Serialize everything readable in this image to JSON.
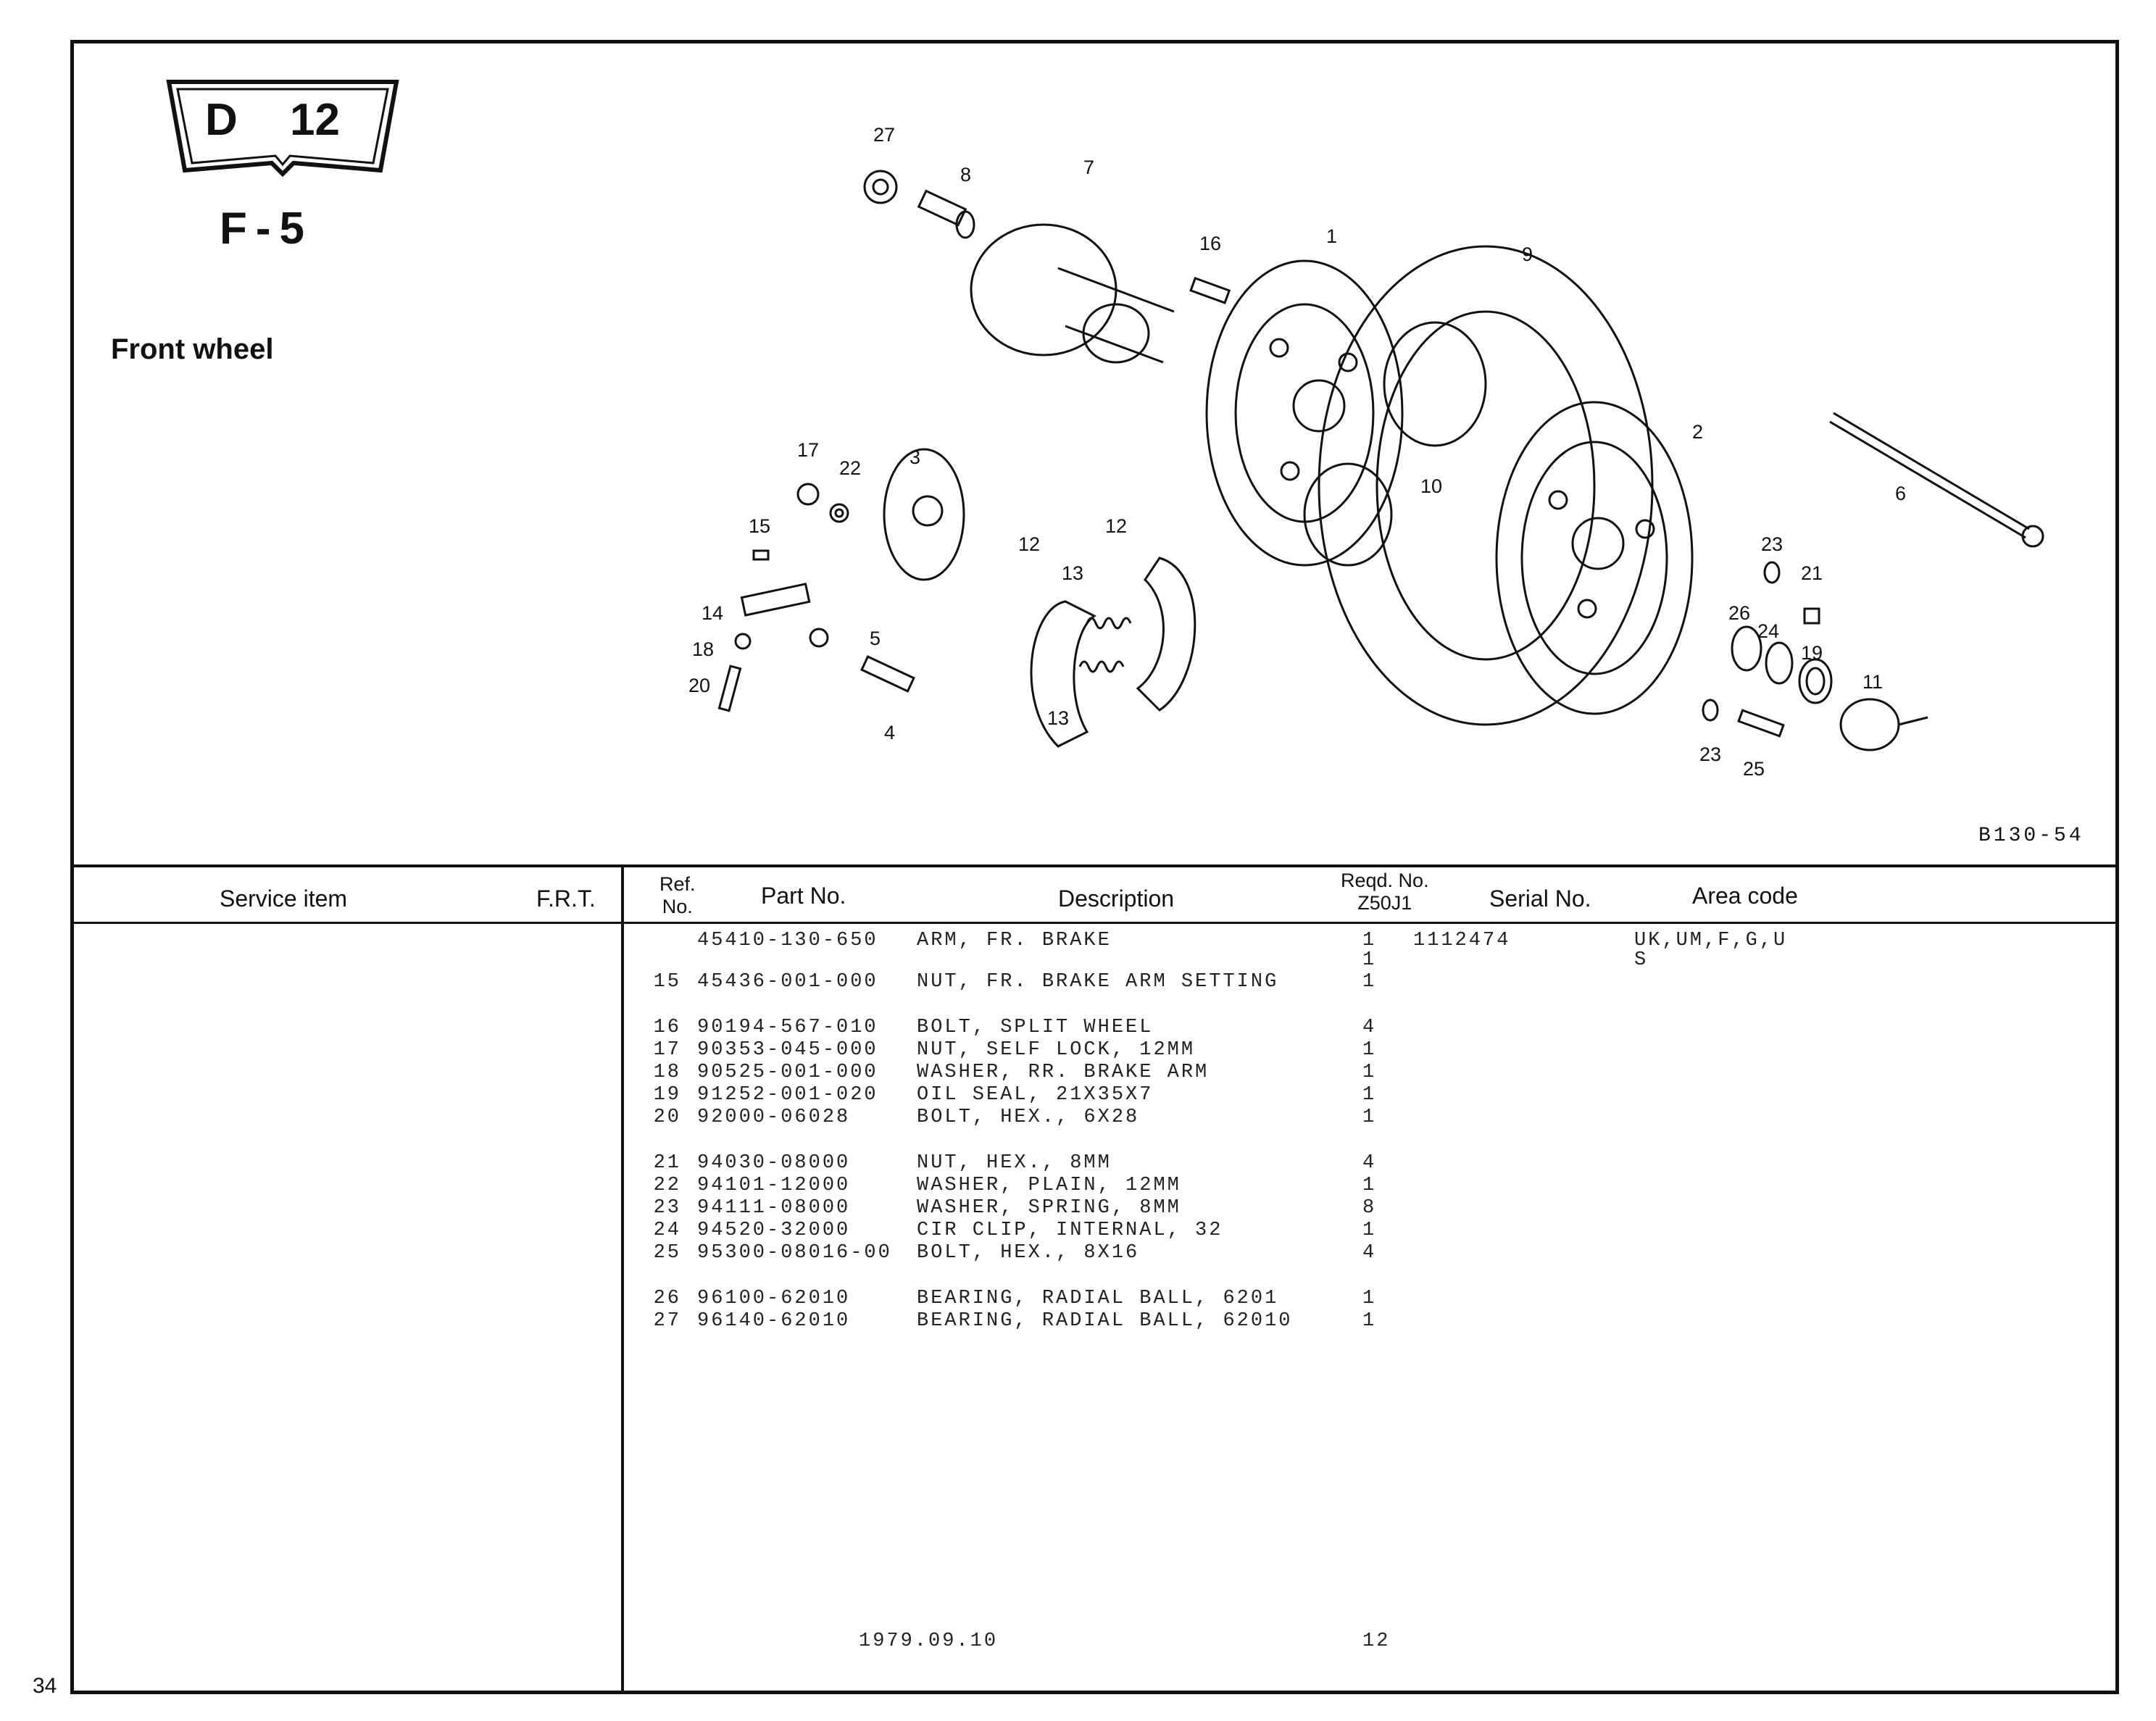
{
  "page_number": "34",
  "badge": {
    "letter": "D",
    "number": "12"
  },
  "subcode": "F-5",
  "section_title": "Front wheel",
  "figure_code": "B130-54",
  "callouts": [
    "27",
    "8",
    "7",
    "16",
    "1",
    "9",
    "17",
    "22",
    "3",
    "15",
    "14",
    "18",
    "20",
    "5",
    "4",
    "12",
    "12",
    "13",
    "13",
    "10",
    "2",
    "6",
    "23",
    "21",
    "26",
    "24",
    "19",
    "11",
    "23",
    "25"
  ],
  "table": {
    "headers": {
      "service_item": "Service item",
      "frt": "F.R.T.",
      "ref_no_1": "Ref.",
      "ref_no_2": "No.",
      "part_no": "Part No.",
      "description": "Description",
      "reqd_no_1": "Reqd. No.",
      "reqd_no_2": "Z50J1",
      "serial_no": "Serial No.",
      "area_code": "Area code"
    },
    "rows": [
      {
        "ref": "",
        "part": "45410-130-650",
        "desc": "ARM, FR. BRAKE",
        "qty": "1",
        "serial": "1112474",
        "area": "UK,UM,F,G,U"
      },
      {
        "ref": "",
        "part": "",
        "desc": "",
        "qty": "1",
        "serial": "",
        "area": "S"
      },
      {
        "ref": "15",
        "part": "45436-001-000",
        "desc": "NUT, FR. BRAKE ARM SETTING",
        "qty": "1",
        "serial": "",
        "area": ""
      },
      {
        "ref": "16",
        "part": "90194-567-010",
        "desc": "BOLT, SPLIT WHEEL",
        "qty": "4",
        "serial": "",
        "area": ""
      },
      {
        "ref": "17",
        "part": "90353-045-000",
        "desc": "NUT, SELF LOCK, 12MM",
        "qty": "1",
        "serial": "",
        "area": ""
      },
      {
        "ref": "18",
        "part": "90525-001-000",
        "desc": "WASHER, RR. BRAKE ARM",
        "qty": "1",
        "serial": "",
        "area": ""
      },
      {
        "ref": "19",
        "part": "91252-001-020",
        "desc": "OIL SEAL, 21X35X7",
        "qty": "1",
        "serial": "",
        "area": ""
      },
      {
        "ref": "20",
        "part": "92000-06028",
        "desc": "BOLT, HEX., 6X28",
        "qty": "1",
        "serial": "",
        "area": ""
      },
      {
        "ref": "21",
        "part": "94030-08000",
        "desc": "NUT, HEX., 8MM",
        "qty": "4",
        "serial": "",
        "area": ""
      },
      {
        "ref": "22",
        "part": "94101-12000",
        "desc": "WASHER, PLAIN, 12MM",
        "qty": "1",
        "serial": "",
        "area": ""
      },
      {
        "ref": "23",
        "part": "94111-08000",
        "desc": "WASHER, SPRING, 8MM",
        "qty": "8",
        "serial": "",
        "area": ""
      },
      {
        "ref": "24",
        "part": "94520-32000",
        "desc": "CIR CLIP, INTERNAL, 32",
        "qty": "1",
        "serial": "",
        "area": ""
      },
      {
        "ref": "25",
        "part": "95300-08016-00",
        "desc": "BOLT, HEX., 8X16",
        "qty": "4",
        "serial": "",
        "area": ""
      },
      {
        "ref": "26",
        "part": "96100-62010",
        "desc": "BEARING, RADIAL BALL, 6201",
        "qty": "1",
        "serial": "",
        "area": ""
      },
      {
        "ref": "27",
        "part": "96140-62010",
        "desc": "BEARING, RADIAL BALL, 62010",
        "qty": "1",
        "serial": "",
        "area": ""
      }
    ]
  },
  "footer": {
    "date": "1979.09.10",
    "ref": "12"
  }
}
